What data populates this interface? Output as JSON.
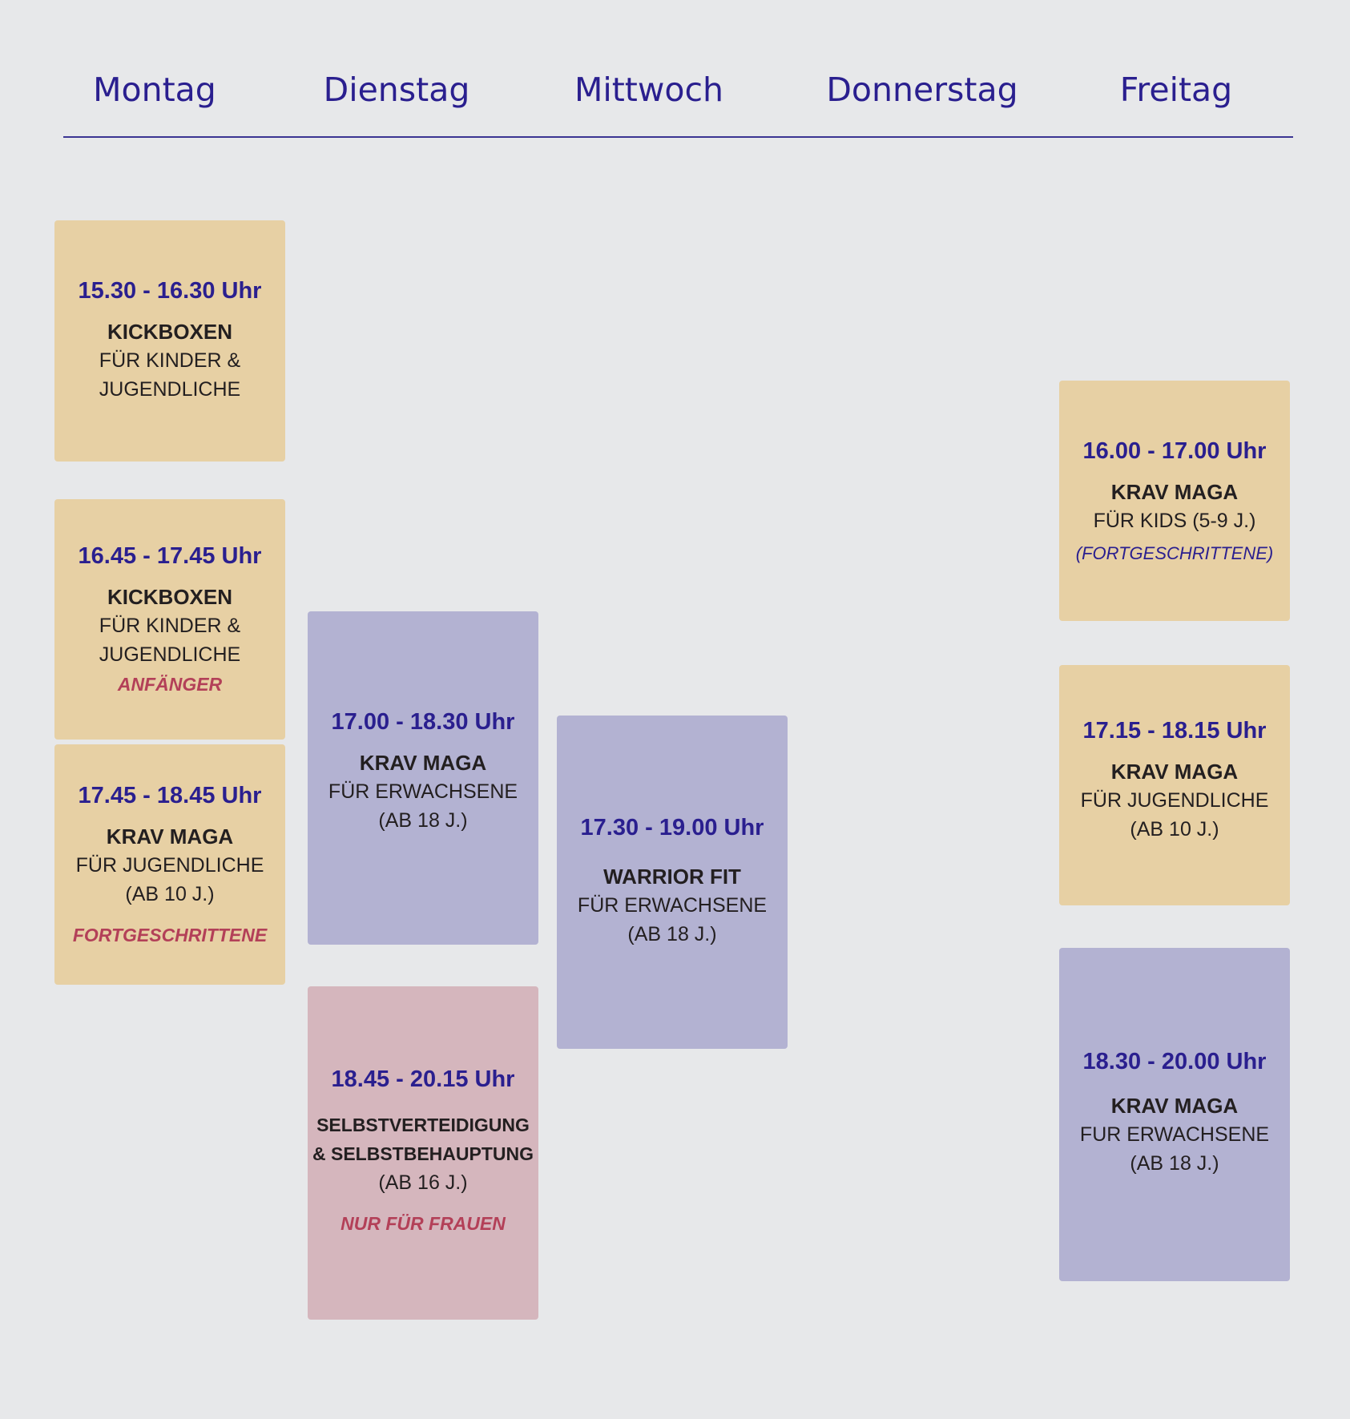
{
  "days": [
    "Montag",
    "Dienstag",
    "Mittwoch",
    "Donnerstag",
    "Freitag"
  ],
  "classes": {
    "mo1": {
      "time": "15.30 - 16.30 Uhr",
      "title": "KICKBOXEN",
      "lines": [
        "FÜR KINDER &",
        "JUGENDLICHE"
      ],
      "note": ""
    },
    "mo2": {
      "time": "16.45 - 17.45 Uhr",
      "title": "KICKBOXEN",
      "lines": [
        "FÜR KINDER &",
        "JUGENDLICHE"
      ],
      "note": "ANFÄNGER"
    },
    "mo3": {
      "time": "17.45 - 18.45 Uhr",
      "title": "KRAV MAGA",
      "lines": [
        "FÜR JUGENDLICHE",
        "(AB 10 J.)"
      ],
      "note": "FORTGESCHRITTENE"
    },
    "di1": {
      "time": "17.00 - 18.30 Uhr",
      "title": "KRAV MAGA",
      "lines": [
        "FÜR ERWACHSENE",
        "(AB 18 J.)"
      ],
      "note": ""
    },
    "di2": {
      "time": "18.45 - 20.15 Uhr",
      "title_lines": [
        "SELBSTVERTEIDIGUNG",
        "& SELBSTBEHAUPTUNG"
      ],
      "lines": [
        "(AB 16 J.)"
      ],
      "note": "NUR FÜR FRAUEN"
    },
    "mi1": {
      "time": "17.30 - 19.00 Uhr",
      "title": "WARRIOR FIT",
      "lines": [
        "FÜR ERWACHSENE",
        "(AB 18 J.)"
      ],
      "note": ""
    },
    "fr1": {
      "time": "16.00 - 17.00 Uhr",
      "title": "KRAV MAGA",
      "lines": [
        "FÜR KIDS (5-9 J.)"
      ],
      "note": "(FORTGESCHRITTENE)"
    },
    "fr2": {
      "time": "17.15 - 18.15 Uhr",
      "title": "KRAV MAGA",
      "lines": [
        "FÜR JUGENDLICHE",
        "(AB 10 J.)"
      ],
      "note": ""
    },
    "fr3": {
      "time": "18.30 - 20.00 Uhr",
      "title": "KRAV MAGA",
      "lines": [
        "FUR ERWACHSENE",
        "(AB 18 J.)"
      ],
      "note": ""
    }
  },
  "colors": {
    "accent": "#2a1f8f",
    "note_red": "#b34058",
    "card_tan": "#e7d0a4",
    "card_lavender": "#b3b2d2",
    "card_pink": "#d5b6bd",
    "background": "#e7e8ea"
  }
}
